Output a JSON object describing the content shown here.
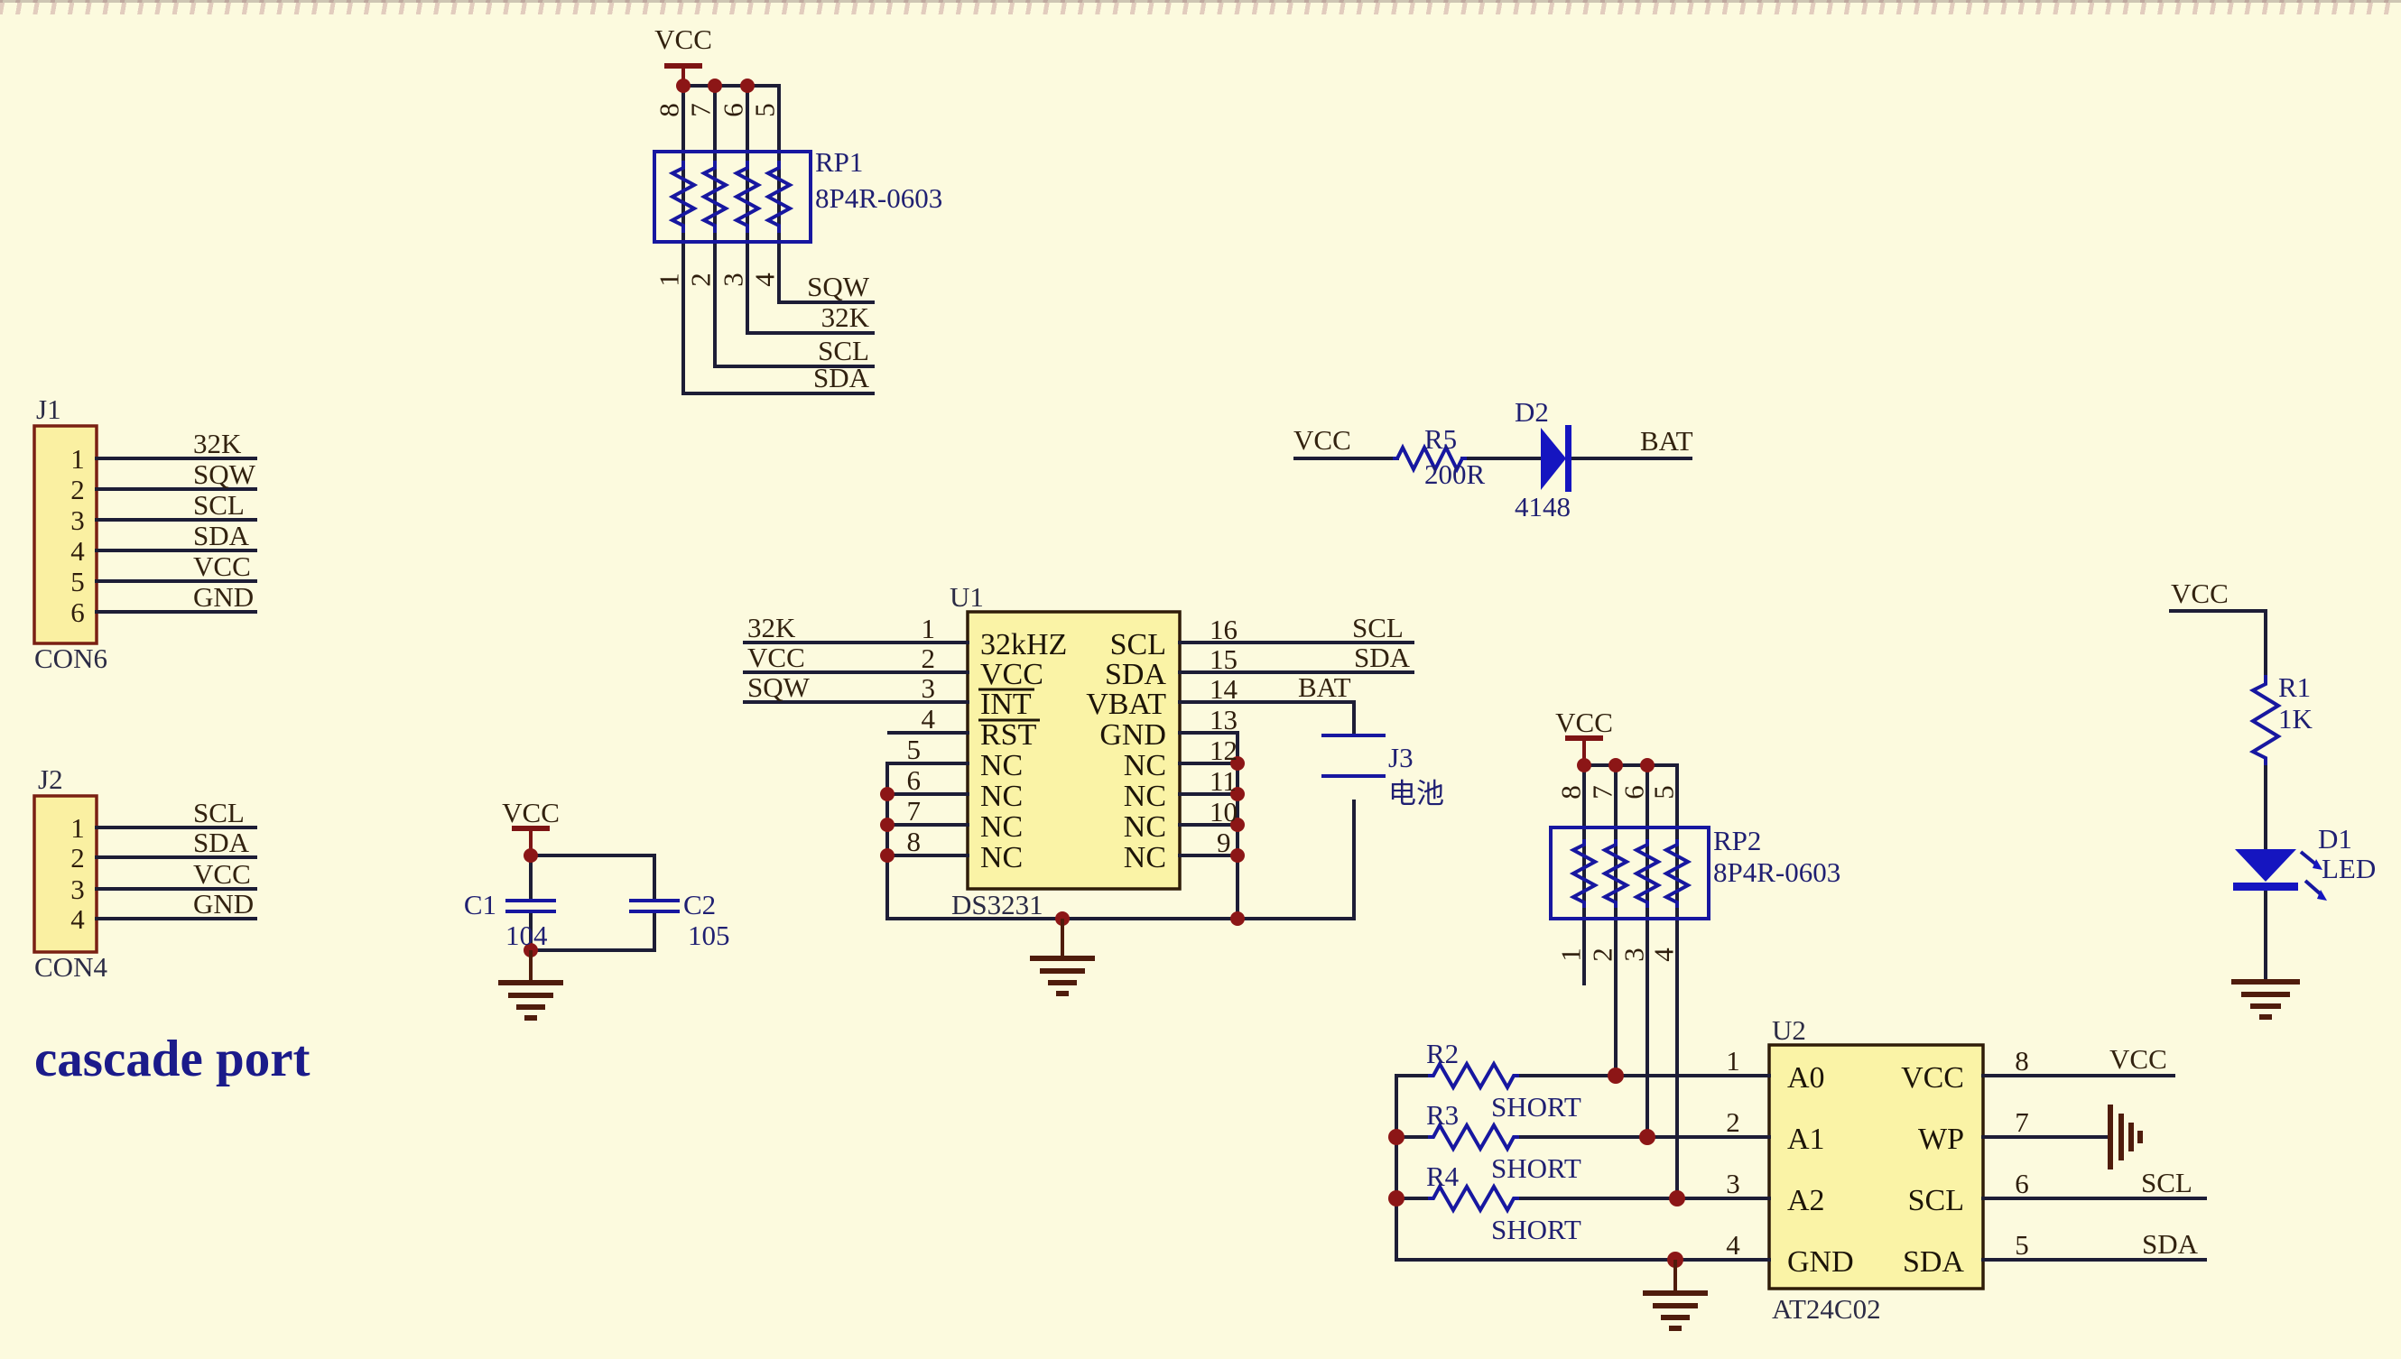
{
  "cascade_port_label": "cascade port",
  "rp1": {
    "designator": "RP1",
    "value": "8P4R-0603",
    "power": "VCC",
    "pins_top": [
      "8",
      "7",
      "6",
      "5"
    ],
    "pins_bottom": [
      "1",
      "2",
      "3",
      "4"
    ],
    "nets": [
      "SQW",
      "32K",
      "SCL",
      "SDA"
    ]
  },
  "j1": {
    "designator": "J1",
    "type": "CON6",
    "pins": [
      "1",
      "2",
      "3",
      "4",
      "5",
      "6"
    ],
    "nets": [
      "32K",
      "SQW",
      "SCL",
      "SDA",
      "VCC",
      "GND"
    ]
  },
  "j2": {
    "designator": "J2",
    "type": "CON4",
    "pins": [
      "1",
      "2",
      "3",
      "4"
    ],
    "nets": [
      "SCL",
      "SDA",
      "VCC",
      "GND"
    ]
  },
  "decoupling": {
    "power": "VCC",
    "c1_designator": "C1",
    "c1_value": "104",
    "c2_designator": "C2",
    "c2_value": "105"
  },
  "u1": {
    "designator": "U1",
    "part": "DS3231",
    "left_nets": [
      "32K",
      "VCC",
      "SQW"
    ],
    "pin_numbers_left": [
      "1",
      "2",
      "3",
      "4",
      "5",
      "6",
      "7",
      "8"
    ],
    "pin_names_left": [
      "32kHZ",
      "VCC",
      "INT",
      "RST",
      "NC",
      "NC",
      "NC",
      "NC"
    ],
    "pin_numbers_right": [
      "16",
      "15",
      "14",
      "13",
      "12",
      "11",
      "10",
      "9"
    ],
    "pin_names_right": [
      "SCL",
      "SDA",
      "VBAT",
      "GND",
      "NC",
      "NC",
      "NC",
      "NC"
    ],
    "right_nets": [
      "SCL",
      "SDA",
      "BAT"
    ]
  },
  "j3": {
    "designator": "J3",
    "label": "电池"
  },
  "r5": {
    "designator": "R5",
    "value": "200R"
  },
  "d2": {
    "designator": "D2",
    "value": "4148",
    "net_left": "VCC",
    "net_right": "BAT"
  },
  "rp2": {
    "designator": "RP2",
    "value": "8P4R-0603",
    "power": "VCC",
    "pins_top": [
      "8",
      "7",
      "6",
      "5"
    ],
    "pins_bottom": [
      "1",
      "2",
      "3",
      "4"
    ]
  },
  "u2": {
    "designator": "U2",
    "part": "AT24C02",
    "pin_numbers_left": [
      "1",
      "2",
      "3",
      "4"
    ],
    "pin_names_left": [
      "A0",
      "A1",
      "A2",
      "GND"
    ],
    "pin_numbers_right": [
      "8",
      "7",
      "6",
      "5"
    ],
    "pin_names_right": [
      "VCC",
      "WP",
      "SCL",
      "SDA"
    ],
    "right_nets": [
      "VCC",
      "SCL",
      "SDA"
    ]
  },
  "r2": {
    "designator": "R2",
    "value": "SHORT"
  },
  "r3": {
    "designator": "R3",
    "value": "SHORT"
  },
  "r4": {
    "designator": "R4",
    "value": "SHORT"
  },
  "r1": {
    "designator": "R1",
    "value": "1K",
    "net": "VCC"
  },
  "d1": {
    "designator": "D1",
    "value": "LED"
  },
  "colors": {
    "background": "#fcfade",
    "wire": "#1d1d36",
    "component_blue": "#1717a0",
    "diode_blue": "#1515c0",
    "junction_red": "#8c1616",
    "power_red": "#7d1414",
    "ground_brown": "#4f1c0c",
    "ic_fill": "#faf3a6",
    "ic_border": "#2f1c08",
    "connector_fill": "#faf0a2",
    "connector_border": "#7a2013",
    "net_text": "#32220f",
    "designator_navy": "#1f1f72"
  }
}
